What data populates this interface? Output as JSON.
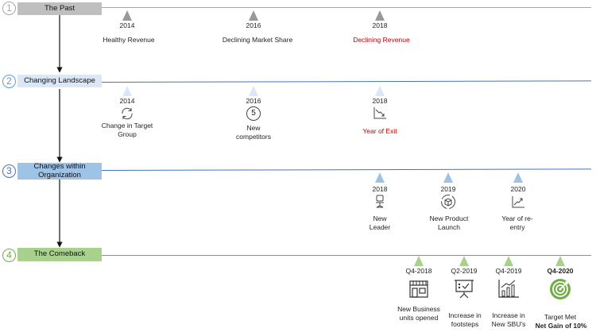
{
  "colors": {
    "past": "#a6a6a6",
    "landscape": "#4472c4",
    "org": "#4472c4",
    "comeback": "#70ad47",
    "red": "#c00000"
  },
  "rows": [
    {
      "number": "1",
      "title": "The Past",
      "events": [
        {
          "year": "2014",
          "label": "Healthy Revenue"
        },
        {
          "year": "2016",
          "label": "Declining Market Share"
        },
        {
          "year": "2018",
          "label": "Declining Revenue"
        }
      ]
    },
    {
      "number": "2",
      "title": "Changing Landscape",
      "events": [
        {
          "year": "2014",
          "label": "Change in Target Group",
          "icon": "refresh-icon"
        },
        {
          "year": "2016",
          "label": "New competitors",
          "icon": "number-five-icon",
          "icon_text": "5"
        },
        {
          "year": "2018",
          "label": "Year of Exit",
          "icon": "decline-chart-icon"
        }
      ]
    },
    {
      "number": "3",
      "title": "Changes within Organization",
      "events": [
        {
          "year": "2018",
          "label": "New Leader",
          "icon": "office-chair-icon"
        },
        {
          "year": "2019",
          "label": "New Product Launch",
          "icon": "product-box-icon"
        },
        {
          "year": "2020",
          "label": "Year of re-entry",
          "icon": "growth-chart-icon"
        }
      ]
    },
    {
      "number": "4",
      "title": "The Comeback",
      "events": [
        {
          "year": "Q4-2018",
          "label": "New Business units opened",
          "icon": "storefront-icon"
        },
        {
          "year": "Q2-2019",
          "label": "Increase in footsteps",
          "icon": "presentation-board-icon"
        },
        {
          "year": "Q4-2019",
          "label": "Increase in New SBU's",
          "icon": "bar-chart-icon"
        },
        {
          "year": "Q4-2020",
          "label": "Target Met",
          "label_bold": "Net Gain of 10%",
          "icon": "target-icon"
        }
      ]
    }
  ]
}
